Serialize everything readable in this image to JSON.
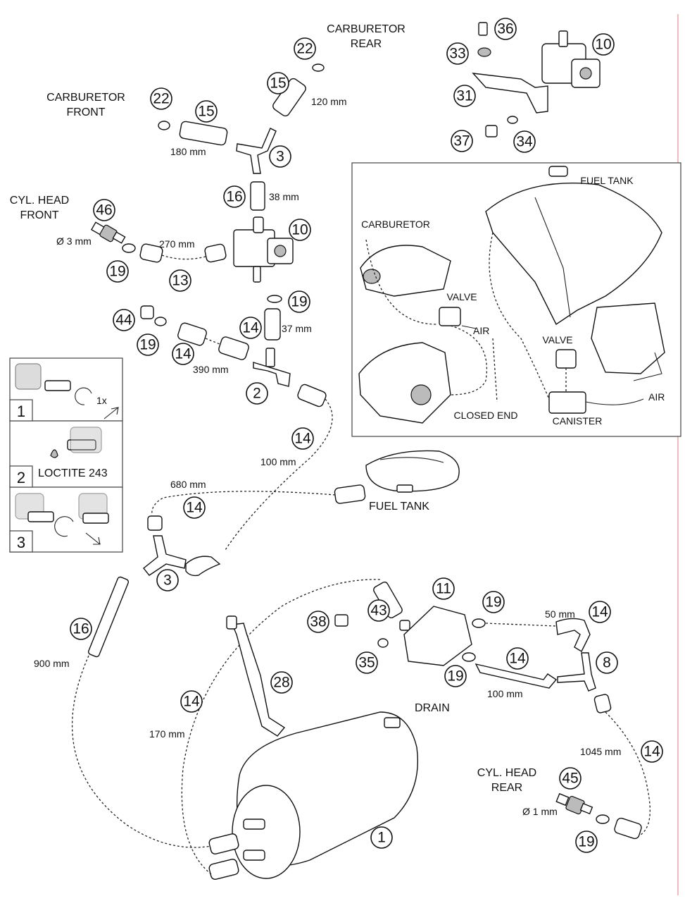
{
  "labels": {
    "carb_rear": [
      "CARBURETOR",
      "REAR"
    ],
    "carb_front": [
      "CARBURETOR",
      "FRONT"
    ],
    "cyl_head_front": [
      "CYL. HEAD",
      "FRONT"
    ],
    "cyl_head_rear": [
      "CYL. HEAD",
      "REAR"
    ],
    "dia_3": "Ø 3 mm",
    "dia_1": "Ø 1 mm",
    "fuel_tank": "FUEL TANK",
    "drain": "DRAIN",
    "inset_fuel_tank": "FUEL TANK",
    "inset_carburetor": "CARBURETOR",
    "inset_valve_1": "VALVE",
    "inset_valve_2": "VALVE",
    "inset_air_1": "AIR",
    "inset_air_2": "AIR",
    "inset_closed_end": "CLOSED END",
    "inset_canister": "CANISTER",
    "loctite": "LOCTITE 243",
    "rot_1x": "1x"
  },
  "measurements": {
    "m120": "120 mm",
    "m180": "180 mm",
    "m38": "38 mm",
    "m270": "270 mm",
    "m37": "37 mm",
    "m390": "390 mm",
    "m100a": "100 mm",
    "m680": "680 mm",
    "m900": "900 mm",
    "m170": "170 mm",
    "m50": "50 mm",
    "m100b": "100 mm",
    "m1045": "1045 mm"
  },
  "callouts": {
    "c22a": "22",
    "c15a": "15",
    "c22b": "22",
    "c15b": "15",
    "c3a": "3",
    "c36": "36",
    "c33": "33",
    "c10a": "10",
    "c31": "31",
    "c37": "37",
    "c34": "34",
    "c16a": "16",
    "c46": "46",
    "c10b": "10",
    "c19a": "19",
    "c13": "13",
    "c19b": "19",
    "c14a": "14",
    "c44": "44",
    "c19c": "19",
    "c14b": "14",
    "c2": "2",
    "c14c": "14",
    "c14d": "14",
    "c3b": "3",
    "c16b": "16",
    "c11": "11",
    "c19d": "19",
    "c14e": "14",
    "c38": "38",
    "c43": "43",
    "c35": "35",
    "c14f": "14",
    "c8": "8",
    "c19e": "19",
    "c28": "28",
    "c14g": "14",
    "c45": "45",
    "c14h": "14",
    "c19f": "19",
    "c1": "1"
  },
  "steps": [
    "1",
    "2",
    "3"
  ]
}
